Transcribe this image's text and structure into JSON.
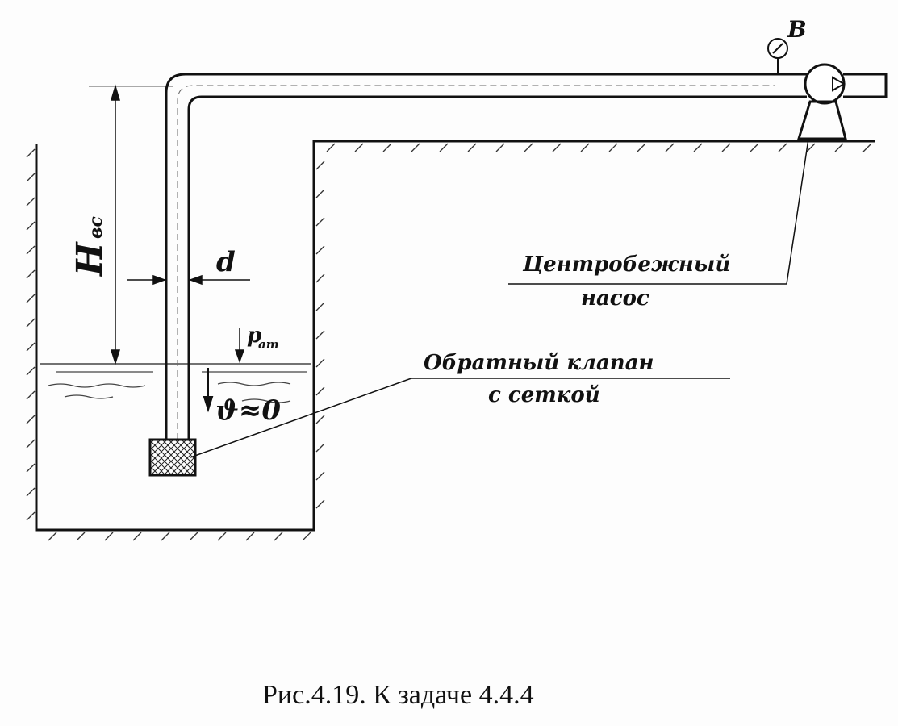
{
  "labels": {
    "height": "H",
    "height_sub": "вс",
    "diameter": "d",
    "pressure": "p",
    "pressure_sub": "ат",
    "velocity": "ϑ≈0",
    "gauge": "В",
    "pump_line1": "Центробежный",
    "pump_line2": "насос",
    "valve_line1": "Обратный клапан",
    "valve_line2": "с сеткой"
  },
  "caption": "Рис.4.19. К задаче 4.4.4"
}
